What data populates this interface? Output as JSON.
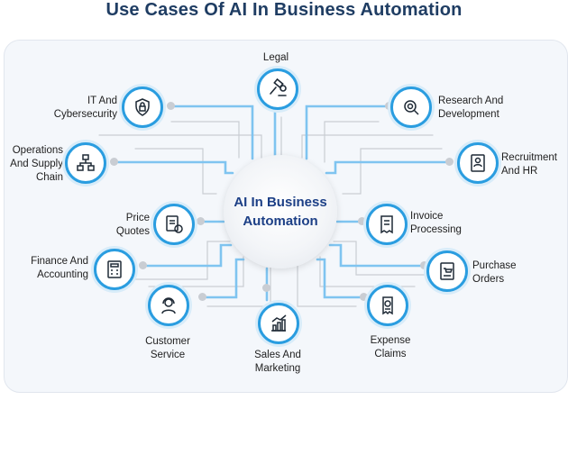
{
  "title": "Use Cases Of AI In Business Automation",
  "hub": {
    "label": "AI In Business Automation"
  },
  "nodes": {
    "legal": {
      "label": "Legal",
      "icon": "gavel-icon"
    },
    "it": {
      "label": "IT And Cybersecurity",
      "icon": "shield-lock-icon"
    },
    "research": {
      "label": "Research And Development",
      "icon": "research-gear-icon"
    },
    "operations": {
      "label": "Operations And Supply Chain",
      "icon": "supply-chain-icon"
    },
    "recruitment": {
      "label": "Recruitment And HR",
      "icon": "resume-icon"
    },
    "price": {
      "label": "Price Quotes",
      "icon": "price-quote-icon"
    },
    "invoice": {
      "label": "Invoice Processing",
      "icon": "invoice-icon"
    },
    "finance": {
      "label": "Finance And Accounting",
      "icon": "calculator-icon"
    },
    "purchase": {
      "label": "Purchase Orders",
      "icon": "purchase-order-icon"
    },
    "customer": {
      "label": "Customer Service",
      "icon": "headset-agent-icon"
    },
    "sales": {
      "label": "Sales And Marketing",
      "icon": "growth-chart-icon"
    },
    "expense": {
      "label": "Expense Claims",
      "icon": "receipt-icon"
    }
  },
  "colors": {
    "accent": "#2a9de0",
    "connector": "#7fc4f0",
    "title": "#1f3d63",
    "hub_text": "#1c3f86"
  }
}
